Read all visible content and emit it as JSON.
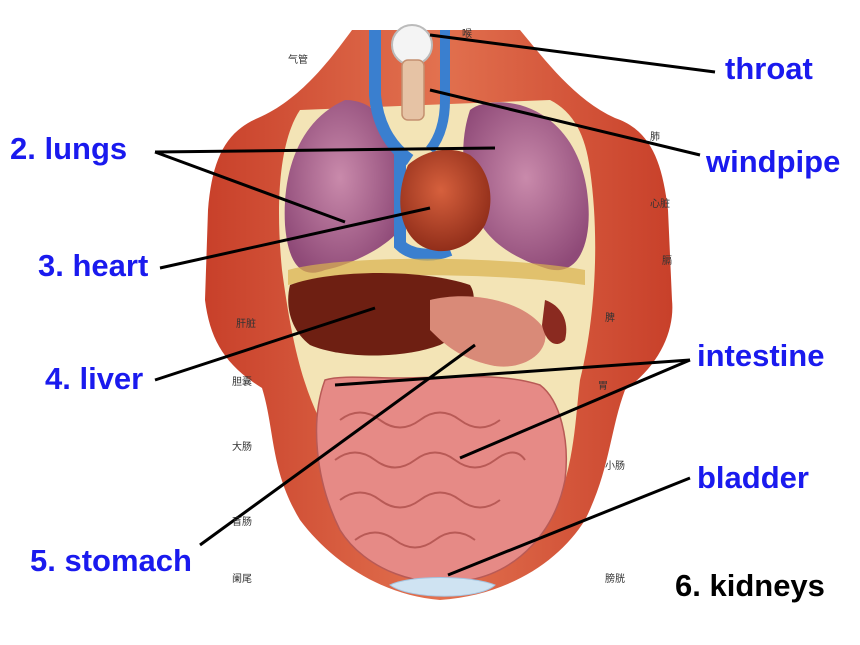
{
  "labels": {
    "throat": "throat",
    "windpipe": "windpipe",
    "lungs": "2. lungs",
    "heart": "3. heart",
    "liver": "4. liver",
    "intestine": "intestine",
    "bladder": "bladder",
    "stomach": "5. stomach",
    "kidneys": "6. kidneys"
  },
  "chinese_labels": {
    "hou": "喉",
    "qiguan": "气管",
    "fei": "肺",
    "xinzang": "心脏",
    "ge": "膈",
    "ganzang": "肝脏",
    "pi": "脾",
    "dannang": "胆囊",
    "wei": "胃",
    "dachang": "大肠",
    "xiaochang": "小肠",
    "mangchang": "盲肠",
    "lanwei": "阑尾",
    "pangguang": "膀胱"
  },
  "colors": {
    "label_blue": "#1a1aee",
    "label_black": "#000000",
    "muscle": "#d9533a",
    "lung": "#a45a88",
    "heart": "#a6331f",
    "liver": "#6e1f12",
    "intestine": "#e68a86",
    "vessel": "#3a7fcf",
    "fat": "#f1e6a2"
  }
}
